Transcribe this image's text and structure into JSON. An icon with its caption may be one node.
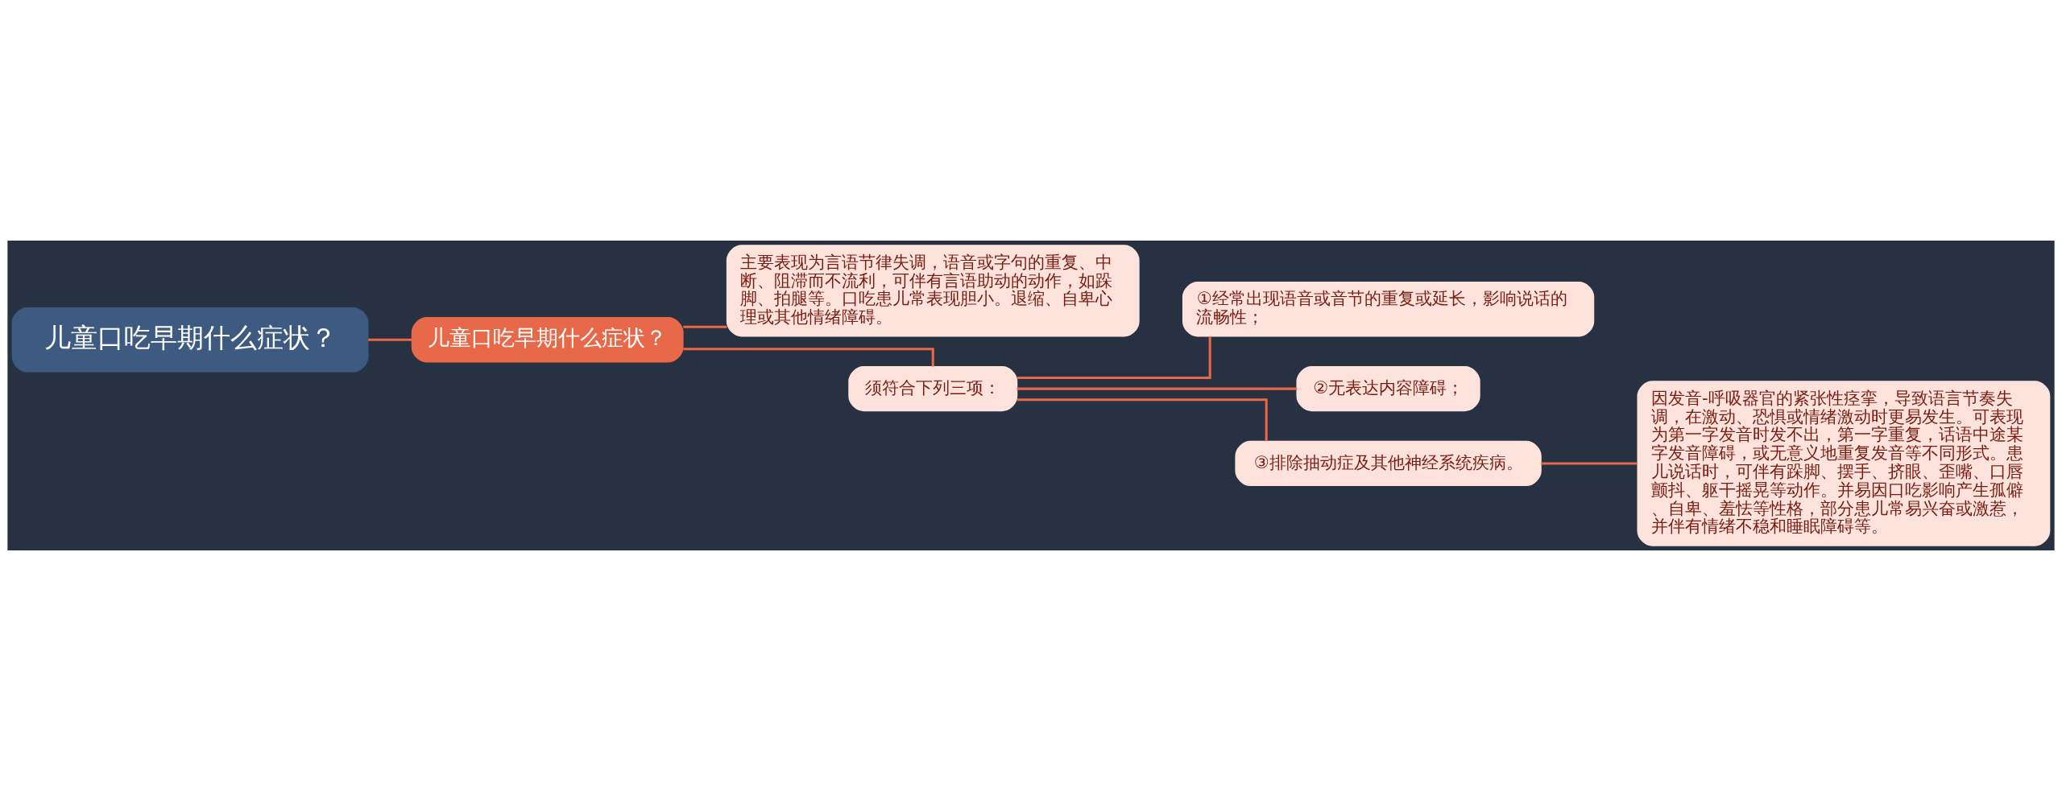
{
  "diagram": {
    "nodes": [
      {
        "text": [
          "儿童口吃早期什么症状？"
        ]
      },
      {
        "text": [
          "儿童口吃早期什么症状？"
        ]
      },
      {
        "text": [
          "主要表现为言语节律失调，语音或字句的重复、中断、阻滞而不流利，可伴有言语助动的动作，如跺脚、拍腿等。口吃患儿常表现胆小。退缩、自卑心理或其他情绪障碍。"
        ]
      },
      {
        "text": [
          "须符合下列三项："
        ]
      },
      {
        "text": [
          "①经常出现语音或音节的重复或延长，影响说话的流畅性；"
        ]
      },
      {
        "text": [
          "②无表达内容障碍；"
        ]
      },
      {
        "text": [
          "③排除抽动症及其他神经系统疾病。"
        ]
      },
      {
        "text": [
          "因发音-呼吸器官的紧张性痉挛，导致语言节奏失调，在激动、恐惧或情绪激动时更易发生。可表现为第一字发音时发不出，第一字重复，话语中途某字发音障碍，或无意义地重复发音等不同形式。患儿说话时，可伴有跺脚、摆手、挤眼、歪嘴、口唇颤抖、躯干摇晃等动作。并易因口吃影响产生孤僻、自卑、羞怯等性格，部分患儿常易兴奋或激惹，并伴有情绪不稳和睡眠障碍等。"
        ]
      }
    ],
    "edges": [
      {
        "from": 0,
        "to": 1,
        "arrow": "none"
      },
      {
        "from": 1,
        "to": 2,
        "arrow": "none"
      },
      {
        "from": 1,
        "to": 3,
        "arrow": "none"
      },
      {
        "from": 3,
        "to": 4,
        "arrow": "none"
      },
      {
        "from": 3,
        "to": 5,
        "arrow": "none"
      },
      {
        "from": 3,
        "to": 6,
        "arrow": "none"
      },
      {
        "from": 6,
        "to": 7,
        "arrow": "none"
      }
    ]
  }
}
